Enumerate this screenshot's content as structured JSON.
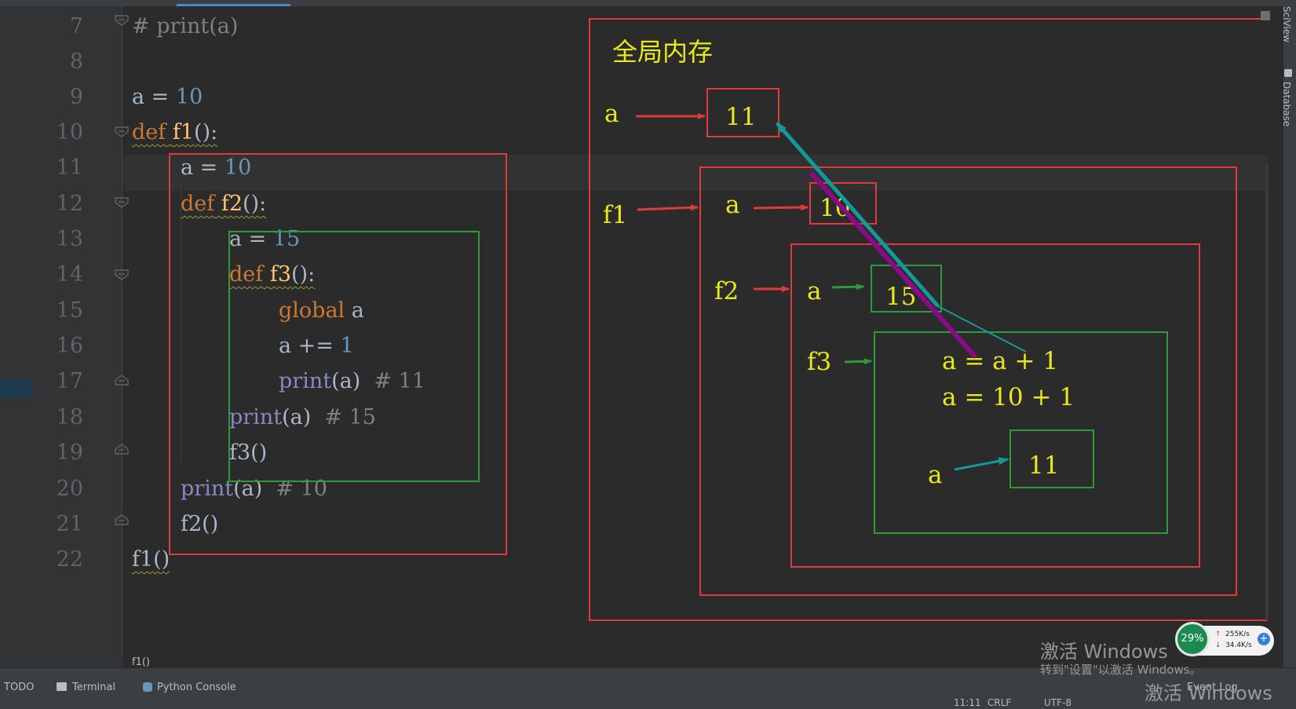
{
  "line_numbers": [
    "7",
    "8",
    "9",
    "10",
    "11",
    "12",
    "13",
    "14",
    "15",
    "16",
    "17",
    "18",
    "19",
    "20",
    "21",
    "22"
  ],
  "code": {
    "l7": "# print(a)",
    "l9_var": "a = ",
    "l9_num": "10",
    "l10_kw": "def",
    "l10_fn": "f1",
    "l10_tail": "():",
    "l11_var": "a = ",
    "l11_num": "10",
    "l12_kw": "def",
    "l12_fn": "f2",
    "l12_tail": "():",
    "l13_var": "a = ",
    "l13_num": "15",
    "l14_kw": "def",
    "l14_fn": "f3",
    "l14_tail": "():",
    "l15_kw": "global",
    "l15_var": " a",
    "l16_var": "a += ",
    "l16_num": "1",
    "l17_fn": "print",
    "l17_args": "(a)",
    "l17_cm": "# 11",
    "l18_fn": "print",
    "l18_args": "(a)",
    "l18_cm": "# 15",
    "l19": "f3()",
    "l20_fn": "print",
    "l20_args": "(a)",
    "l20_cm": "# 10",
    "l21": "f2()",
    "l22": "f1()"
  },
  "diagram": {
    "title": "全局内存",
    "global_var": "a",
    "global_val": "11",
    "f1_label": "f1",
    "f1_var": "a",
    "f1_val": "10",
    "f2_label": "f2",
    "f2_var": "a",
    "f2_val": "15",
    "f3_label": "f3",
    "expr1": "a = a + 1",
    "expr2": "a = 10 + 1",
    "f3_var": "a",
    "f3_val": "11"
  },
  "colors": {
    "red": "#e03a3a",
    "green": "#2f9a3a",
    "teal": "#129a9a",
    "purple": "#8a0a8a",
    "yellow": "#e8e81a"
  },
  "breadcrumb": "f1()",
  "bottom_tabs": {
    "todo": "TODO",
    "terminal": "Terminal",
    "python_console": "Python Console",
    "event_log": "Event Log"
  },
  "right_tools": {
    "sciview": "SciView",
    "database": "Database"
  },
  "watermark": {
    "line1": "激活 Windows",
    "line2": "转到\"设置\"以激活 Windows。",
    "line3": "激活 Windows"
  },
  "net_widget": {
    "percent": "29%",
    "up": "255K/s",
    "down": "34.4K/s"
  },
  "status": {
    "position": "11:11",
    "line_sep": "CRLF",
    "encoding": "UTF-8"
  }
}
